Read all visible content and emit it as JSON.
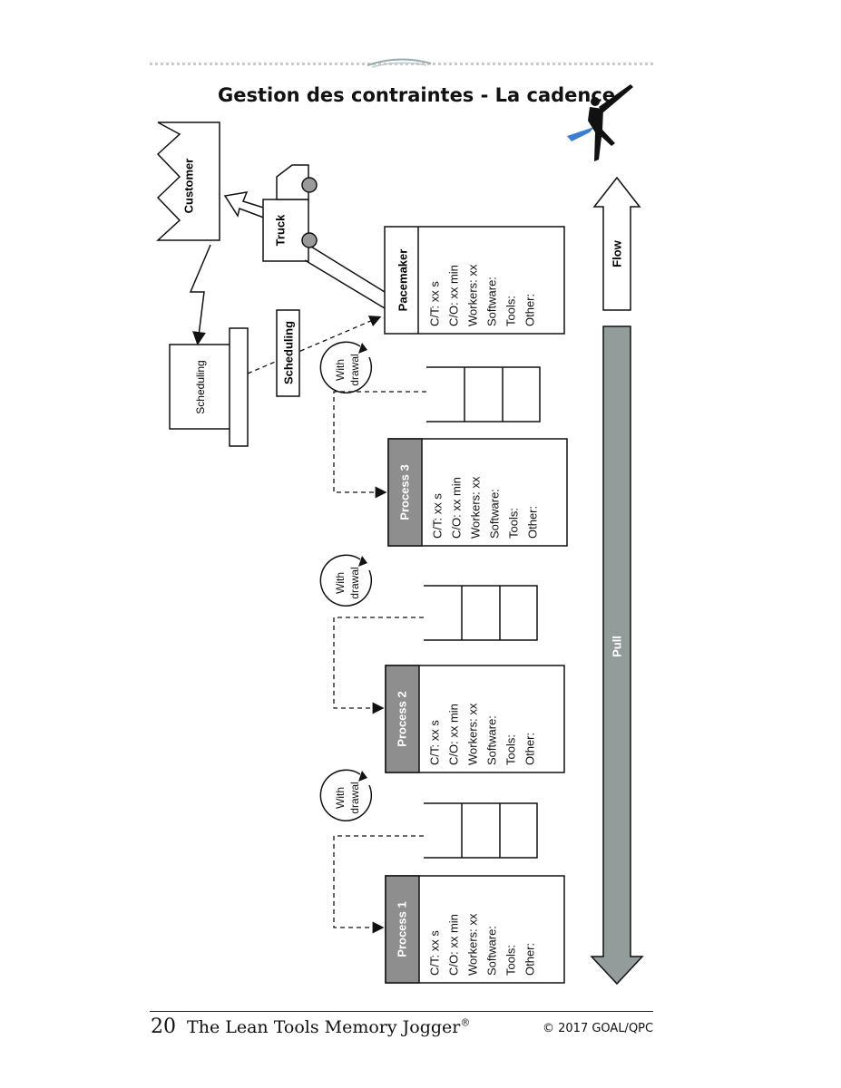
{
  "title": "Gestion des contraintes - La cadence",
  "customer": "Customer",
  "truck": "Truck",
  "scheduling_box": "Scheduling",
  "scheduling_tag": "Scheduling",
  "flow": "Flow",
  "pull": "Pull",
  "withdrawal": [
    "With",
    "drawal"
  ],
  "pacemaker": {
    "name": "Pacemaker",
    "lines": [
      "C/T: xx s",
      "C/O: xx min",
      "Workers: xx",
      "Software:",
      "Tools:",
      "Other:"
    ]
  },
  "processes": [
    {
      "name": "Process 3",
      "lines": [
        "C/T: xx s",
        "C/O: xx min",
        "Workers: xx",
        "Software:",
        "Tools:",
        "Other:"
      ]
    },
    {
      "name": "Process 2",
      "lines": [
        "C/T: xx s",
        "C/O: xx min",
        "Workers: xx",
        "Software:",
        "Tools:",
        "Other:"
      ]
    },
    {
      "name": "Process 1",
      "lines": [
        "C/T: xx s",
        "C/O: xx min",
        "Workers: xx",
        "Software:",
        "Tools:",
        "Other:"
      ]
    }
  ],
  "footer": {
    "page": "20",
    "book": "The Lean Tools Memory Jogger",
    "reg": "®",
    "copyright": "© 2017 GOAL/QPC"
  }
}
